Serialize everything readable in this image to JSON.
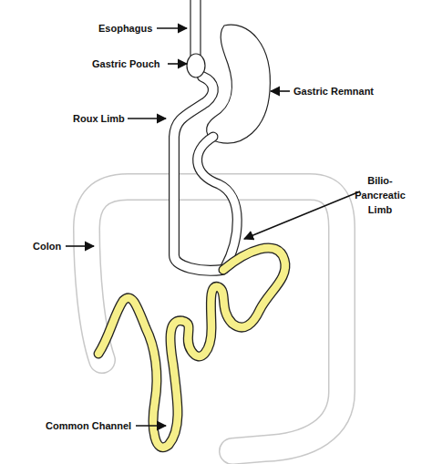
{
  "diagram": {
    "labels": [
      "Esophagus",
      "Gastric Pouch",
      "Gastric Remnant",
      "Roux Limb",
      "Bilio- Pancreatic Limb",
      "Colon",
      "Common Channel"
    ]
  }
}
